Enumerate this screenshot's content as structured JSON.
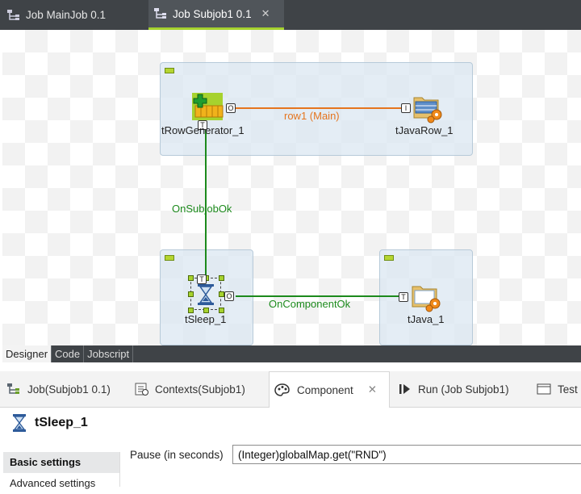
{
  "editor_tabs": [
    {
      "label": "Job MainJob 0.1",
      "icon": "job-icon",
      "active": false
    },
    {
      "label": "Job Subjob1 0.1",
      "icon": "job-icon",
      "active": true,
      "closable": true
    }
  ],
  "designer": {
    "components": [
      {
        "name": "tRowGenerator_1",
        "icon": "row-generator-icon"
      },
      {
        "name": "tJavaRow_1",
        "icon": "java-row-icon"
      },
      {
        "name": "tSleep_1",
        "icon": "hourglass-icon",
        "selected": true
      },
      {
        "name": "tJava_1",
        "icon": "java-icon"
      }
    ],
    "connections": [
      {
        "label": "row1 (Main)",
        "color": "#e5751e"
      },
      {
        "label": "OnSubjobOk",
        "color": "#1c8a1c"
      },
      {
        "label": "OnComponentOk",
        "color": "#1c8a1c"
      }
    ],
    "port_labels": {
      "output": "O",
      "input": "I",
      "trigger": "T"
    }
  },
  "designer_tabs": [
    {
      "label": "Designer",
      "active": true
    },
    {
      "label": "Code",
      "active": false
    },
    {
      "label": "Jobscript",
      "active": false
    }
  ],
  "view_tabs": [
    {
      "label": "Job(Subjob1 0.1)",
      "icon": "job-icon",
      "active": false
    },
    {
      "label": "Contexts(Subjob1)",
      "icon": "contexts-icon",
      "active": false
    },
    {
      "label": "Component",
      "icon": "palette-icon",
      "active": true,
      "closable": true
    },
    {
      "label": "Run (Job Subjob1)",
      "icon": "run-icon",
      "active": false
    },
    {
      "label": "Test",
      "icon": "test-icon",
      "active": false
    }
  ],
  "component_panel": {
    "title": "tSleep_1",
    "title_icon": "hourglass-icon",
    "side_items": [
      {
        "label": "Basic settings",
        "active": true
      },
      {
        "label": "Advanced settings",
        "active": false
      }
    ],
    "fields": [
      {
        "label": "Pause (in seconds)",
        "value": "(Integer)globalMap.get(\"RND\")"
      }
    ]
  },
  "colors": {
    "accent": "#a6d22e",
    "main_flow": "#e5751e",
    "trigger_flow": "#1c8a1c",
    "subjob_bg": "#dce8f2"
  }
}
